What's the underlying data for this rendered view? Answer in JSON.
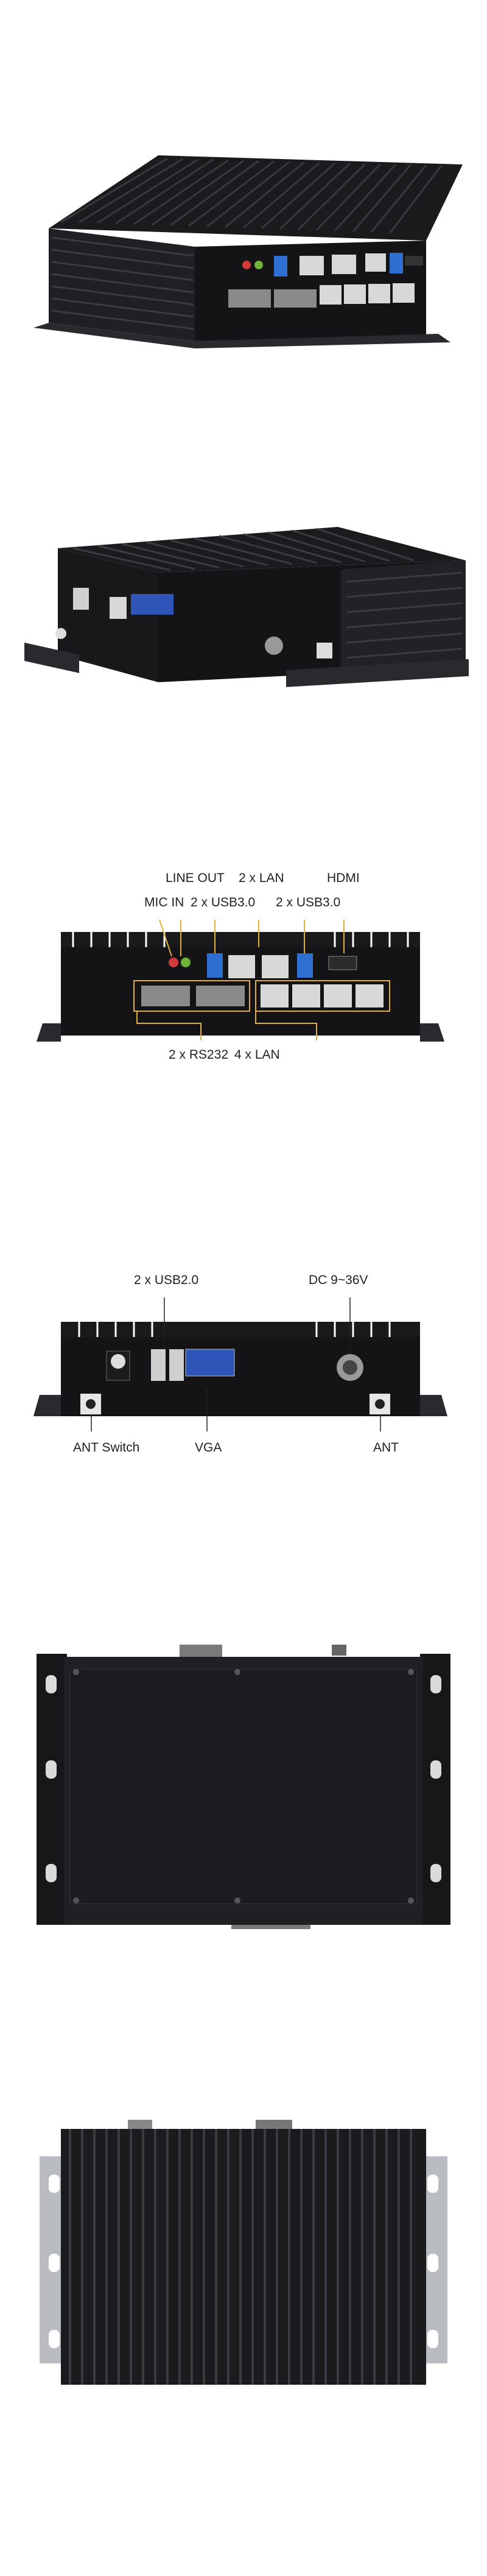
{
  "views": [
    {
      "id": "front-angle"
    },
    {
      "id": "rear-angle"
    },
    {
      "id": "front-labeled",
      "labels": {
        "line_out": "LINE OUT",
        "lan_top": "2 x LAN",
        "hdmi": "HDMI",
        "mic_in": "MIC IN",
        "usb30_left": "2 x USB3.0",
        "usb30_right": "2 x USB3.0",
        "rs232": "2 x RS232",
        "lan_bottom": "4 x LAN"
      }
    },
    {
      "id": "rear-labeled",
      "labels": {
        "usb20": "2 x USB2.0",
        "dc": "DC 9~36V",
        "ant_switch": "ANT  Switch",
        "vga": "VGA",
        "ant": "ANT"
      }
    },
    {
      "id": "bottom-view"
    },
    {
      "id": "top-view"
    }
  ],
  "colors": {
    "chassis": "#1c1c1f",
    "fin": "#2b2b2f",
    "bracket": "#b9bcc0",
    "usb3": "#2f6fd1",
    "accent_line": "#e0b03a"
  }
}
